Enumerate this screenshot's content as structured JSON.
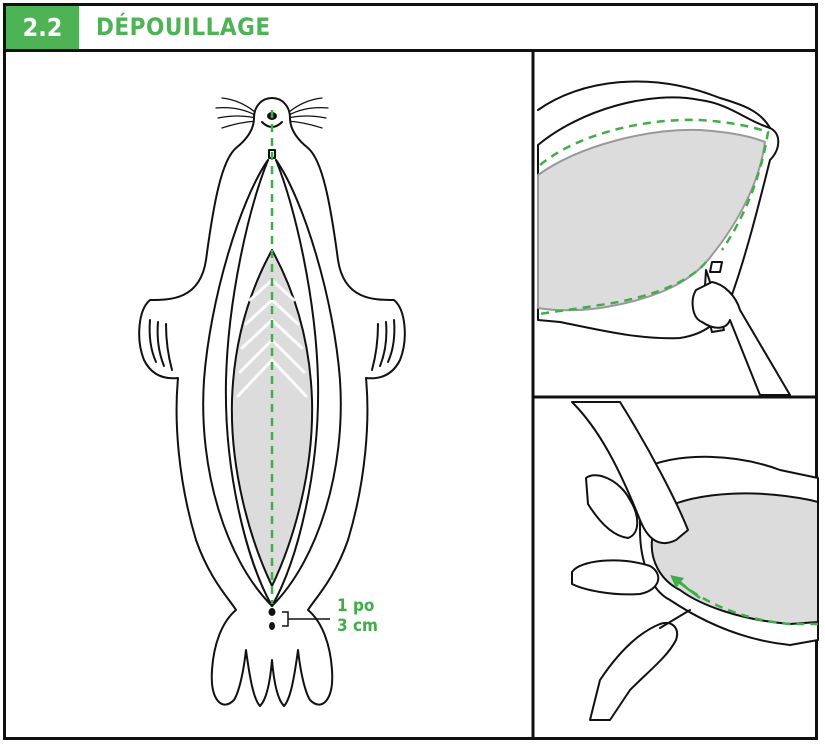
{
  "header": {
    "section_number": "2.2",
    "title": "DÉPOUILLAGE"
  },
  "measurement": {
    "imperial": "1 po",
    "metric": "3 cm"
  },
  "colors": {
    "accent_green": "#4db354",
    "dashed_line_green": "#3fae49",
    "body_fill": "#dcdcdc",
    "outline": "#111111"
  },
  "panels": {
    "left_icon": "seal-belly-incision-icon",
    "top_right_icon": "knife-separating-skin-icon",
    "bottom_right_icon": "hands-pulling-flipper-icon"
  }
}
